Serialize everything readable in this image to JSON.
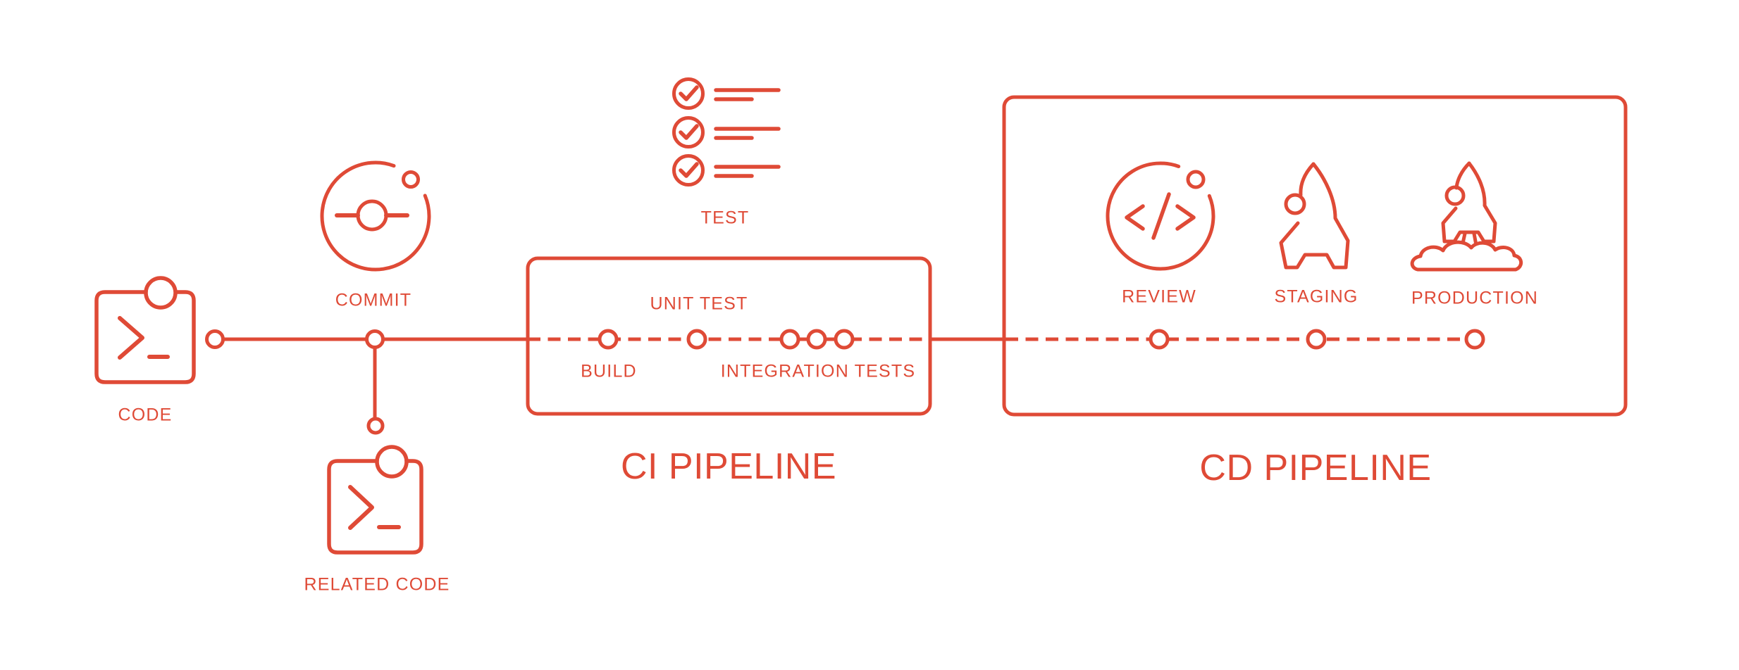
{
  "palette": {
    "accent": "#DF4A36",
    "background": "#FFFFFF"
  },
  "workflow": {
    "code_label": "CODE",
    "commit_label": "COMMIT",
    "related_code_label": "RELATED CODE"
  },
  "ci_pipeline": {
    "title": "CI PIPELINE",
    "test_label": "TEST",
    "steps": [
      {
        "label": "BUILD"
      },
      {
        "label": "UNIT TEST"
      },
      {
        "label": "INTEGRATION TESTS"
      }
    ]
  },
  "cd_pipeline": {
    "title": "CD PIPELINE",
    "stages": [
      {
        "label": "REVIEW"
      },
      {
        "label": "STAGING"
      },
      {
        "label": "PRODUCTION"
      }
    ]
  }
}
